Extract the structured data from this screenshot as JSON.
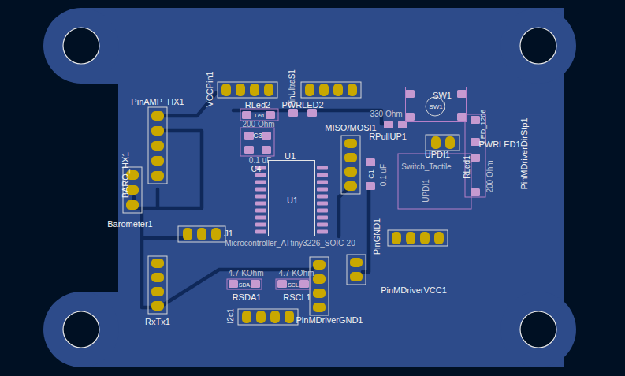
{
  "diagram": {
    "nodes": [
      {
        "text": [
          "U1",
          "U1"
        ]
      },
      {
        "text": [
          "SW1",
          "SW1"
        ]
      }
    ],
    "labels": [
      "PinAMP_HX1",
      "VCCPin1",
      "PinUltraS1",
      "RLed2",
      "PWRLED2",
      "Led",
      "200 Ohm",
      "C3",
      "0.1 uF",
      "C4",
      "MISO/MOSI1",
      "330 Ohm",
      "RPullUP1",
      "LED_1206",
      "PWRLED1",
      "UPDI1",
      "Switch_Tactile",
      "RLed1",
      "200 Ohm",
      "PinMDriverDirStp1",
      "C1",
      "0.1 uF",
      "UPDI1",
      "BARO_HX1",
      "Barometer1",
      "J1",
      "Microcontroller_ATtiny3226_SOIC-20",
      "PinGND1",
      "4.7 KOhm",
      "4.7 KOhm",
      "SDA",
      "SCL",
      "RSDA1",
      "RSCL1",
      "PinMDriverVCC1",
      "I2c1",
      "PinMDriverGND1",
      "RxTx1"
    ]
  }
}
